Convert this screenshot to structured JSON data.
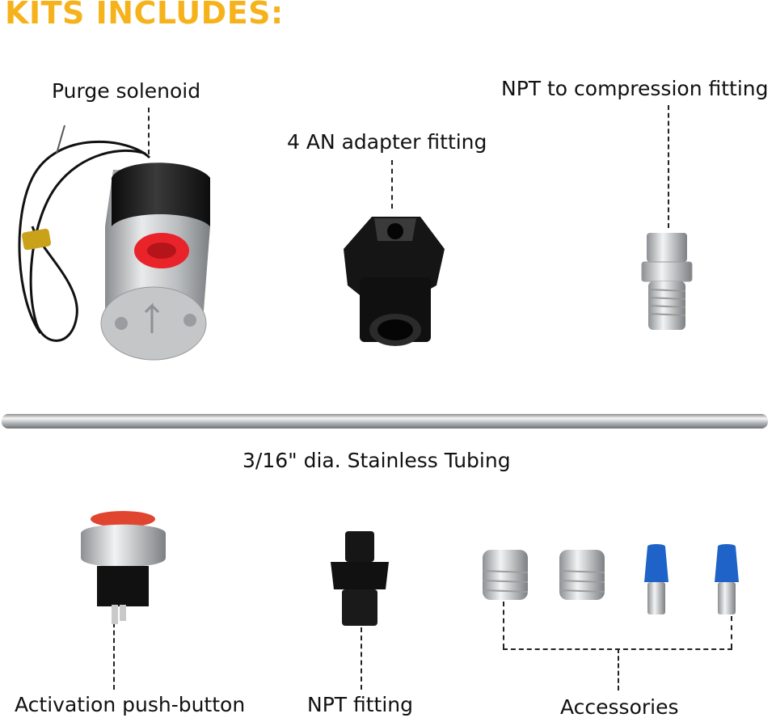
{
  "header": {
    "title": "KITS INCLUDES:"
  },
  "items": {
    "purge_solenoid": {
      "label": "Purge solenoid"
    },
    "an_adapter": {
      "label": "4 AN adapter fitting"
    },
    "npt_compression": {
      "label": "NPT to compression fitting"
    },
    "tubing": {
      "label": "3/16\" dia. Stainless Tubing"
    },
    "push_button": {
      "label": "Activation push-button"
    },
    "npt_fitting": {
      "label": "NPT fitting"
    },
    "accessories": {
      "label": "Accessories"
    }
  },
  "colors": {
    "title": "#f6b21b",
    "solenoid_port": "#e8232a",
    "terminal": "#1f63c8"
  }
}
